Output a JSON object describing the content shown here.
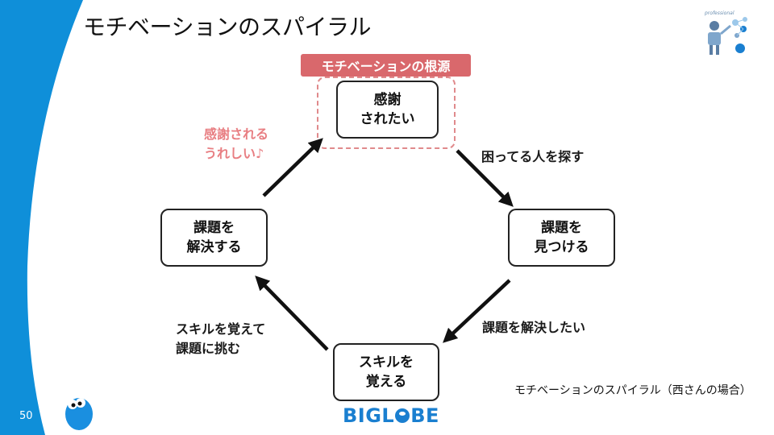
{
  "slide": {
    "title": "モチベーションのスパイラル",
    "page_number": "50",
    "caption": "モチベーションのスパイラル（西さんの場合）",
    "logo": {
      "part1": "BIGL",
      "part2": "BE"
    }
  },
  "diagram": {
    "root_label": "モチベーションの根源",
    "nodes": [
      {
        "id": "n1",
        "lines": [
          "感謝",
          "されたい"
        ]
      },
      {
        "id": "n2",
        "lines": [
          "課題を",
          "見つける"
        ]
      },
      {
        "id": "n3",
        "lines": [
          "スキルを",
          "覚える"
        ]
      },
      {
        "id": "n4",
        "lines": [
          "課題を",
          "解決する"
        ]
      }
    ],
    "edges": [
      {
        "from": "n1",
        "to": "n2",
        "label": [
          "困ってる人を探す"
        ]
      },
      {
        "from": "n2",
        "to": "n3",
        "label": [
          "課題を解決したい"
        ]
      },
      {
        "from": "n3",
        "to": "n4",
        "label": [
          "スキルを覚えて",
          "課題に挑む"
        ]
      },
      {
        "from": "n4",
        "to": "n1",
        "label": [
          "感謝される",
          "うれしい♪"
        ]
      }
    ]
  },
  "colors": {
    "side_blue": "#0f8fd9",
    "accent_red": "#d9686c",
    "pink_text": "#e87e82",
    "logo_blue": "#1a7fd0"
  },
  "icons": [
    "professional-icon",
    "mascot-icon"
  ]
}
